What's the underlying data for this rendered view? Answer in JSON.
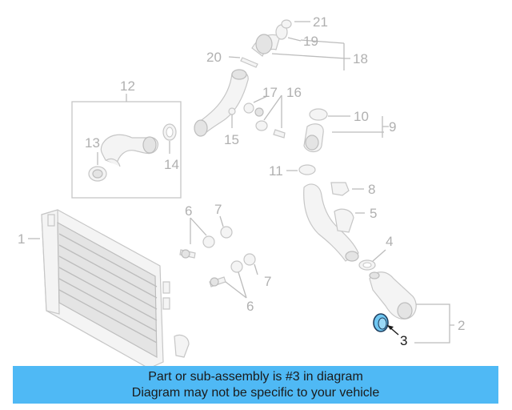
{
  "diagram": {
    "callouts": {
      "c1": "1",
      "c2": "2",
      "c3": "3",
      "c4": "4",
      "c5": "5",
      "c6a": "6",
      "c6b": "6",
      "c7a": "7",
      "c7b": "7",
      "c8": "8",
      "c9": "9",
      "c10": "10",
      "c11": "11",
      "c12": "12",
      "c13": "13",
      "c14": "14",
      "c15": "15",
      "c16": "16",
      "c17": "17",
      "c18": "18",
      "c19": "19",
      "c20": "20",
      "c21": "21"
    },
    "highlighted_part": "3",
    "colors": {
      "highlight_fill": "#6fc7f2",
      "highlight_stroke": "#1f3f60",
      "banner_bg": "#4fb9f5",
      "line_art": "#c6c6c6"
    }
  },
  "banner": {
    "line1": "Part or sub-assembly is #3 in diagram",
    "line2": "Diagram may not be specific to your vehicle"
  }
}
